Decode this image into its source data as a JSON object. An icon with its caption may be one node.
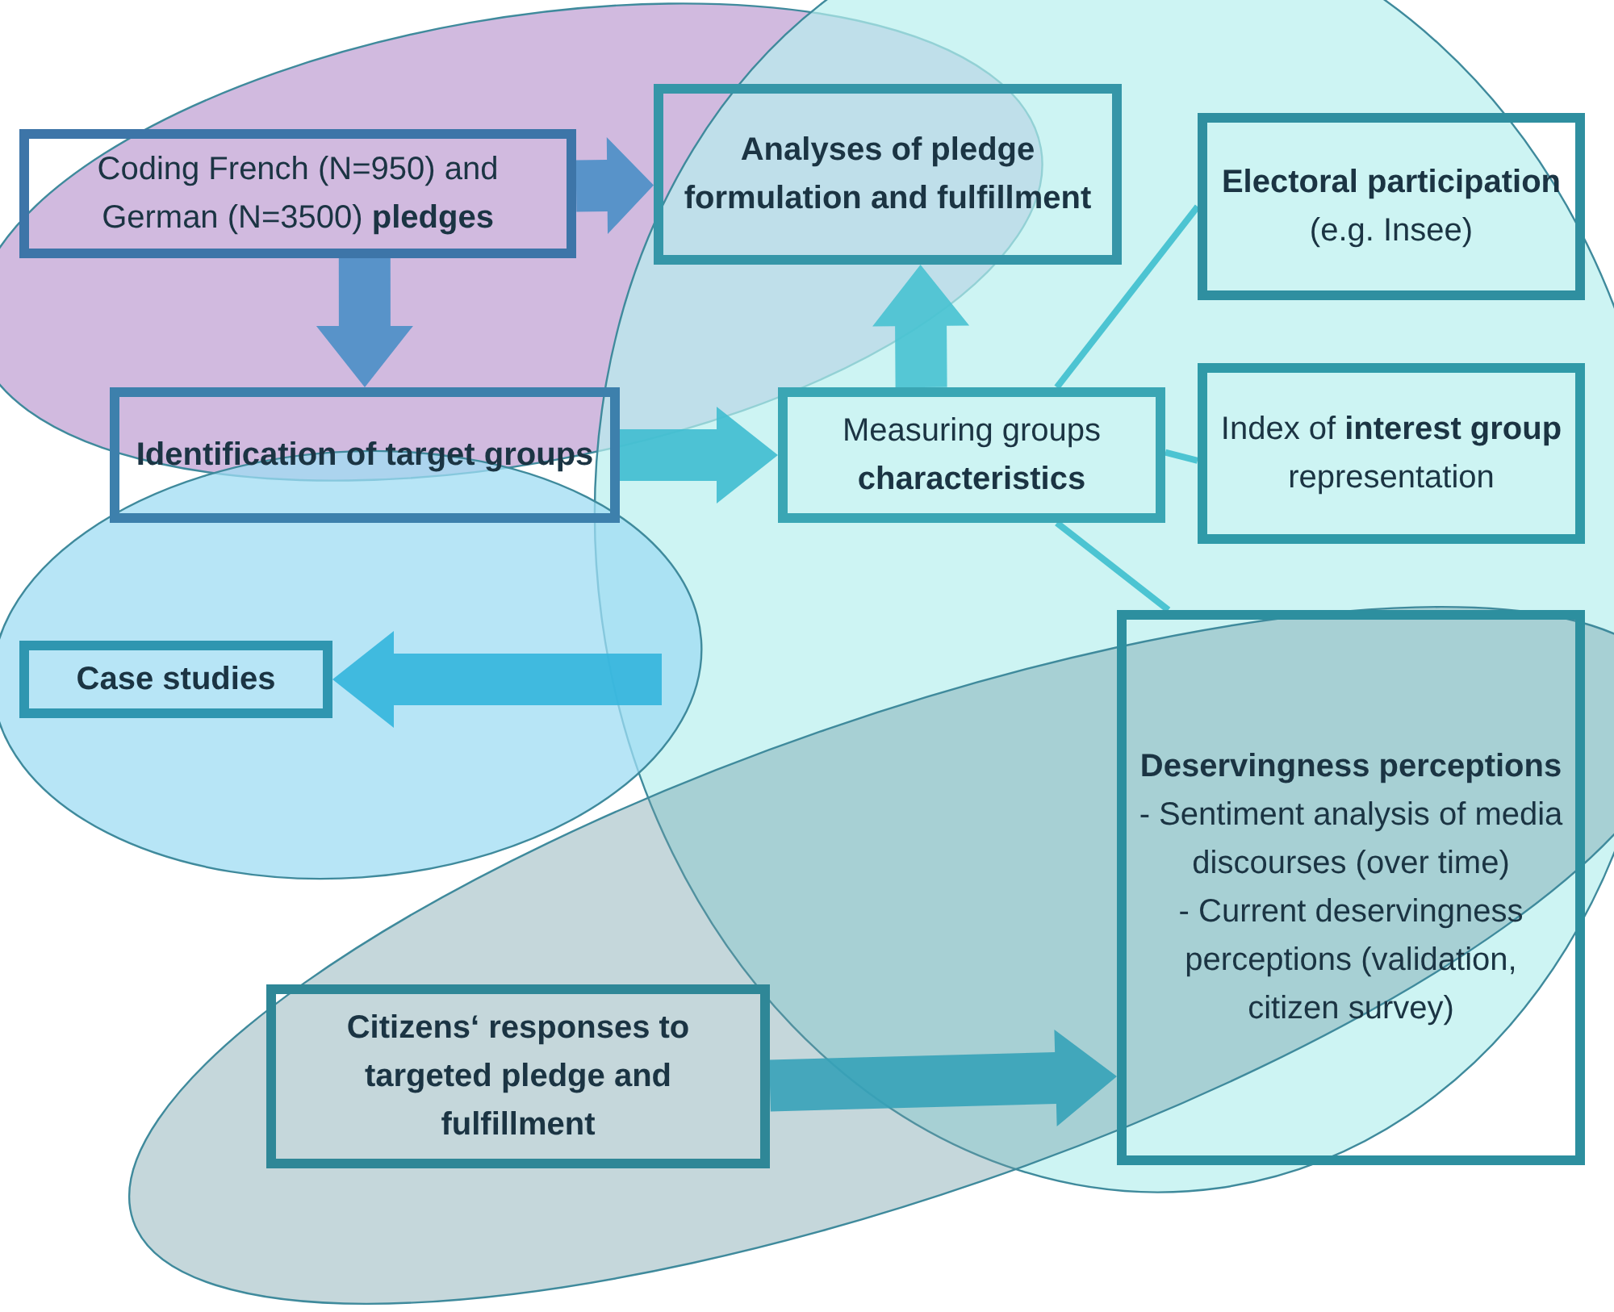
{
  "diagram": {
    "nodes": [
      {
        "text": [
          "Coding French (N=950) and German (N=3500) **pledges**"
        ]
      },
      {
        "text": [
          "Analyses of pledge formulation and fulfillment"
        ]
      },
      {
        "text": [
          "**Electoral participation** (e.g. Insee)"
        ]
      },
      {
        "text": [
          "Identification of target groups"
        ]
      },
      {
        "text": [
          "Measuring groups **characteristics**"
        ]
      },
      {
        "text": [
          "Index of **interest group** representation"
        ]
      },
      {
        "text": [
          "Case studies"
        ]
      },
      {
        "text": [
          "Deservingness perceptions",
          "- Sentiment analysis of media discourses (over time)",
          "- Current deservingness perceptions (validation, citizen survey)"
        ]
      },
      {
        "text": [
          "Citizens‘ responses to targeted pledge and fulfillment"
        ]
      }
    ],
    "edges": [
      {
        "from": 0,
        "to": 1,
        "arrow": "to",
        "style": "thick",
        "color": "#4a8fc6"
      },
      {
        "from": 0,
        "to": 3,
        "arrow": "to",
        "style": "thick",
        "color": "#4a8fc6"
      },
      {
        "from": 3,
        "to": 4,
        "arrow": "to",
        "style": "thick",
        "color": "#3fbcd0"
      },
      {
        "from": 4,
        "to": 1,
        "arrow": "to",
        "style": "thick",
        "color": "#48c2d2"
      },
      {
        "from": 4,
        "to": 2,
        "arrow": "none",
        "color": "#4cc4d2"
      },
      {
        "from": 4,
        "to": 5,
        "arrow": "none",
        "color": "#4cc4d2"
      },
      {
        "from": 4,
        "to": 7,
        "arrow": "none",
        "color": "#4cc4d2"
      },
      {
        "from": null,
        "to": 6,
        "arrow": "to",
        "style": "thick",
        "color": "#33b5dd"
      },
      {
        "from": 8,
        "to": 7,
        "arrow": "to",
        "style": "thick",
        "color": "#36a2b8"
      }
    ]
  }
}
